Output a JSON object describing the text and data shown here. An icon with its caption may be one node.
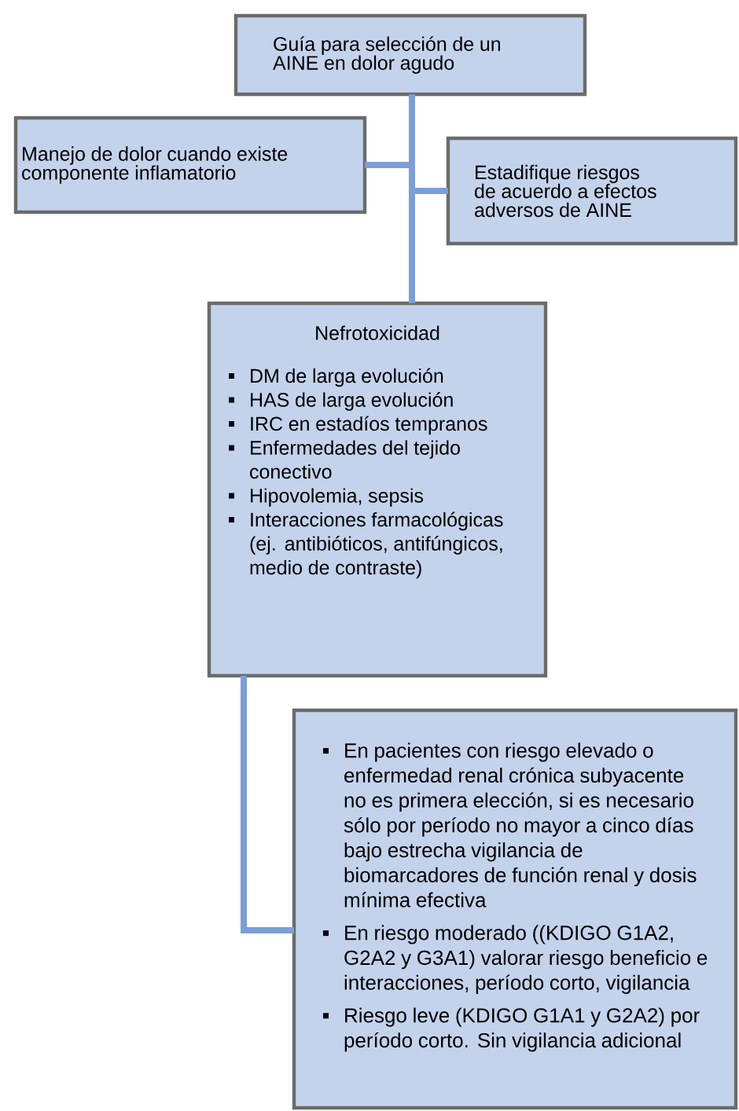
{
  "diagram": {
    "nodes": [
      {
        "text": [
          "Guía para selección de un AINE en dolor agudo"
        ]
      },
      {
        "text": [
          "Manejo de dolor cuando existe componente inflamatorio"
        ]
      },
      {
        "text": [
          "Estadifique riesgos de acuerdo a efectos adversos de AINE"
        ]
      },
      {
        "text": [
          "Nefrotoxicidad",
          "DM de larga evolución",
          "HAS de larga evolución",
          "IRC en estadíos tempranos",
          "Enfermedades del tejido conectivo",
          "Hipovolemia, sepsis",
          "Interacciones farmacológicas (ej. antibióticos, antifúngicos, medio de contraste)"
        ]
      },
      {
        "text": [
          "En pacientes con riesgo elevado o enfermedad renal crónica subyacente no es primera elección, si es necesario sólo por período no mayor a cinco días bajo estrecha vigilancia de biomarcadores de función renal y dosis mínima efectiva",
          "En riesgo moderado ((KDIGO G1A2, G2A2 y G3A1) valorar riesgo beneficio e interacciones, período corto, vigilancia",
          "Riesgo leve (KDIGO G1A1 y G2A2) por período corto. Sin vigilancia adicional"
        ]
      }
    ],
    "edges": [
      {
        "from": 0,
        "to": 1,
        "arrow": "none"
      },
      {
        "from": 0,
        "to": 2,
        "arrow": "none"
      },
      {
        "from": 0,
        "to": 3,
        "arrow": "none"
      },
      {
        "from": 3,
        "to": 4,
        "arrow": "none"
      }
    ]
  }
}
